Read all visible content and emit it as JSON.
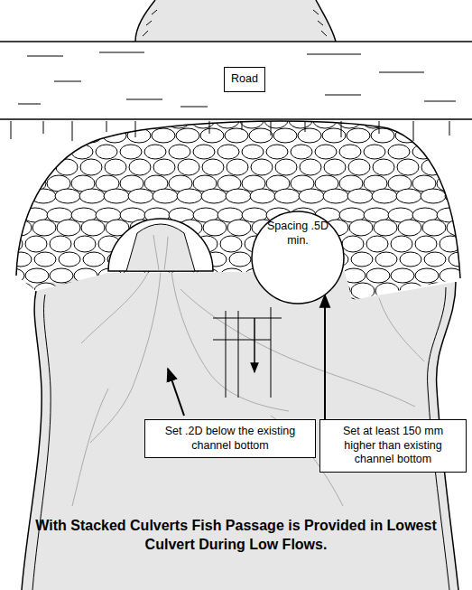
{
  "diagram": {
    "caption": "With Stacked Culverts Fish Passage is Provided in Lowest Culvert During Low Flows.",
    "nodes": [
      {
        "text": [
          "Road"
        ]
      },
      {
        "text": [
          "Spacing .5D min."
        ]
      },
      {
        "text": [
          "Set .2D below the existing channel bottom"
        ]
      },
      {
        "text": [
          "Set at least 150 mm higher than existing channel bottom"
        ]
      }
    ],
    "edges": [
      {
        "from": 3,
        "to": 1,
        "arrow": "to"
      }
    ]
  }
}
